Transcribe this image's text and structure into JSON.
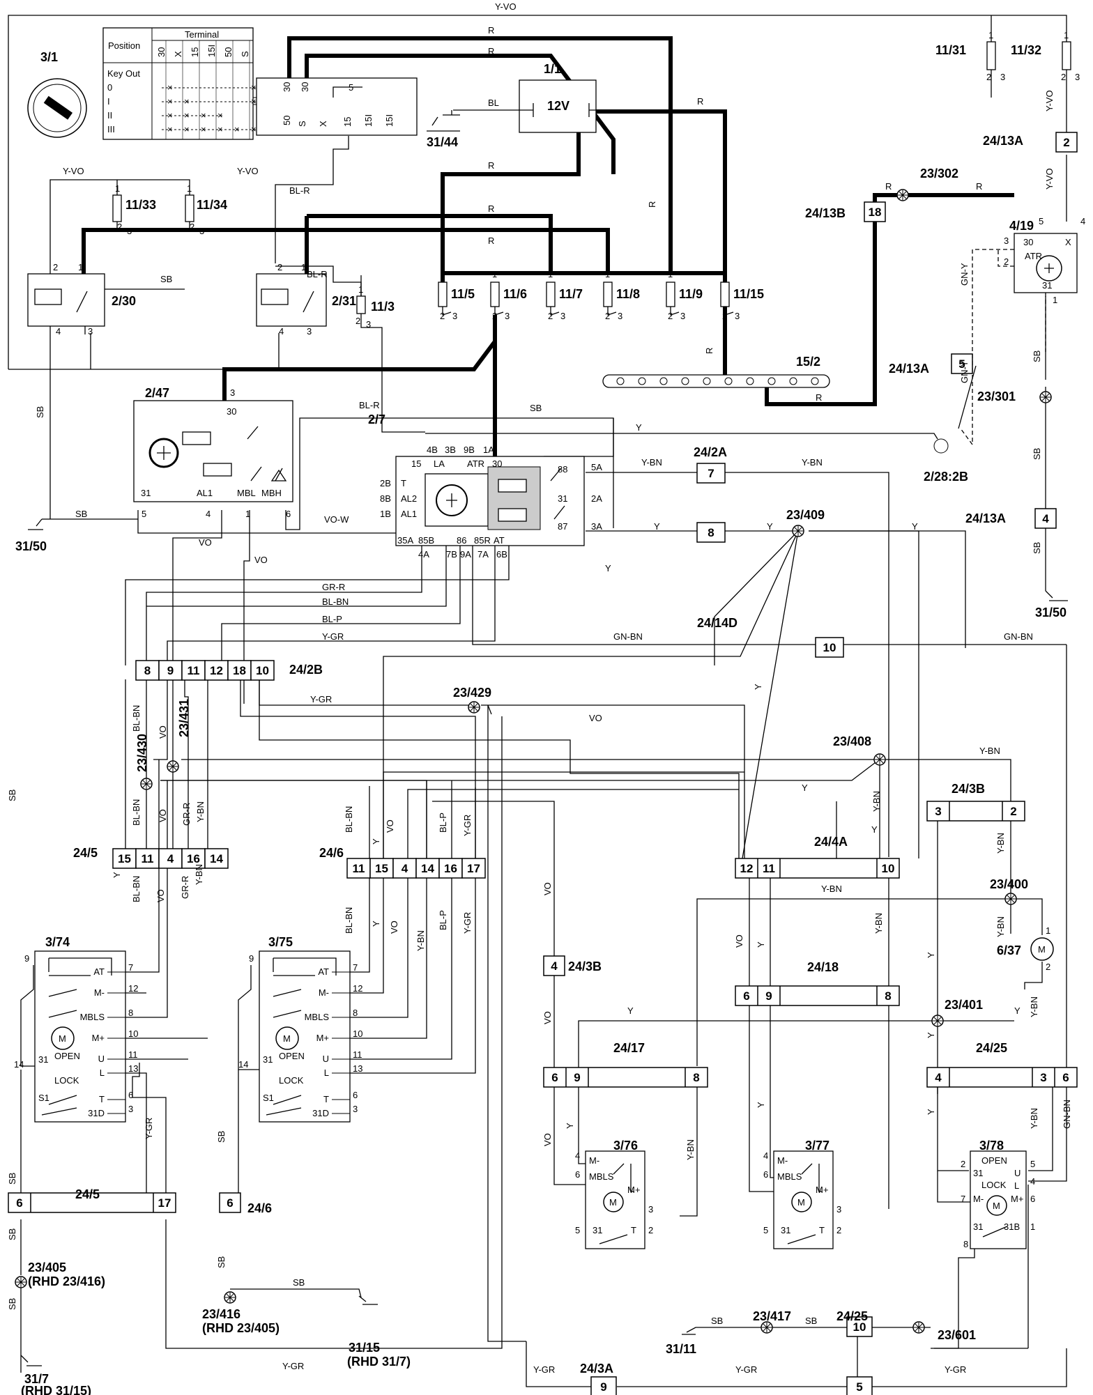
{
  "labels": {
    "c_3_1": "3/1",
    "c_1_1": "1/1",
    "battery_12v": "12V",
    "c_11_31": "11/31",
    "c_11_32": "11/32",
    "c_11_33": "11/33",
    "c_11_34": "11/34",
    "c_2_30": "2/30",
    "c_2_31": "2/31",
    "c_11_5": "11/5",
    "c_11_6": "11/6",
    "c_11_7": "11/7",
    "c_11_8": "11/8",
    "c_11_9": "11/9",
    "c_11_15": "11/15",
    "c_11_3": "11/3",
    "c_2_47": "2/47",
    "c_2_7": "2/7",
    "c_15_2": "15/2",
    "c_4_19": "4/19",
    "c_2_28_2b": "2/28:2B",
    "c_31_44": "31/44",
    "c_31_50_left": "31/50",
    "c_31_50_right": "31/50",
    "c_23_302": "23/302",
    "c_23_301": "23/301",
    "c_23_409": "23/409",
    "c_23_429": "23/429",
    "c_23_430": "23/430",
    "c_23_431": "23/431",
    "c_23_408": "23/408",
    "c_23_400": "23/400",
    "c_23_401": "23/401",
    "c_23_405": "23/405",
    "c_rhd_23_416": "(RHD 23/416)",
    "c_23_416": "23/416",
    "c_rhd_23_405": "(RHD 23/405)",
    "c_23_417": "23/417",
    "c_23_601": "23/601",
    "c_31_7": "31/7",
    "c_rhd_31_15": "(RHD 31/15)",
    "c_31_15": "31/15",
    "c_rhd_31_7": "(RHD 31/7)",
    "c_31_11": "31/11",
    "c_3_74": "3/74",
    "c_3_75": "3/75",
    "c_3_76": "3/76",
    "c_3_77": "3/77",
    "c_3_78": "3/78",
    "c_6_37": "6/37",
    "motor_m": "M",
    "c_24_13a_a": "24/13A",
    "c_24_13a_b": "24/13A",
    "c_24_13a_c": "24/13A",
    "c_24_13b": "24/13B",
    "c_24_2a": "24/2A",
    "c_24_2b": "24/2B",
    "c_24_14d": "24/14D",
    "c_24_3b_a": "24/3B",
    "c_24_3b_b": "24/3B",
    "c_24_4a": "24/4A",
    "c_24_18": "24/18",
    "c_24_17": "24/17",
    "c_24_25_a": "24/25",
    "c_24_25_b": "24/25",
    "c_24_5_a": "24/5",
    "c_24_5_b": "24/5",
    "c_24_6_a": "24/6",
    "c_24_6_b": "24/6",
    "c_24_3a": "24/3A"
  },
  "ignition_table": {
    "heading_position": "Position",
    "heading_terminal": "Terminal",
    "terminals": [
      "30",
      "X",
      "15",
      "15I",
      "50",
      "S"
    ],
    "rows": [
      "Key Out",
      "0",
      "I",
      "II",
      "III"
    ]
  },
  "connector_pins": {
    "c_24_13a_2": "2",
    "c_24_13a_5": "5",
    "c_24_13a_4": "4",
    "c_24_13b_18": "18",
    "c_24_2a_7": "7",
    "c_24_2a_8": "8",
    "c_24_14d_10": "10",
    "c_24_2b": [
      "8",
      "9",
      "11",
      "12",
      "18",
      "10"
    ],
    "c_24_5_top": [
      "15",
      "11",
      "4",
      "16",
      "14"
    ],
    "c_24_6_top": [
      "11",
      "15",
      "4",
      "14",
      "16",
      "17"
    ],
    "c_24_3b_top": [
      "3",
      "2"
    ],
    "c_24_4a": [
      "12",
      "11",
      "10"
    ],
    "c_24_18": [
      "6",
      "9",
      "8"
    ],
    "c_24_3b_mid": "4",
    "c_24_17": [
      "6",
      "9",
      "8"
    ],
    "c_24_25_mid": [
      "4",
      "3",
      "6"
    ],
    "c_24_5_bot": [
      "6",
      "17"
    ],
    "c_24_6_bot": "6",
    "c_24_3a": "9",
    "c_24_25_bot": [
      "10",
      "5"
    ]
  },
  "wire_colors": {
    "w_yvo_top": "Y-VO",
    "w_r_1": "R",
    "w_r_2": "R",
    "w_r_3": "R",
    "w_r_4": "R",
    "w_r_5": "R",
    "w_r_6": "R",
    "w_r_7": "R",
    "w_r_8": "R",
    "w_r_9": "R",
    "w_r_10": "R",
    "w_r_11": "R",
    "w_bl": "BL",
    "w_yvo_1": "Y-VO",
    "w_yvo_2": "Y-VO",
    "w_yvo_3": "Y-VO",
    "w_yvo_4": "Y-VO",
    "w_blr_1": "BL-R",
    "w_blr_2": "BL-R",
    "w_blr_3": "BL-R",
    "w_sb_1": "SB",
    "w_sb_2": "SB",
    "w_sb_3": "SB",
    "w_sb_4": "SB",
    "w_sb_5": "SB",
    "w_sb_6": "SB",
    "w_sb_7": "SB",
    "w_sb_8": "SB",
    "w_sb_9": "SB",
    "w_sb_10": "SB",
    "w_sb_11": "SB",
    "w_sb_12": "SB",
    "w_sb_13": "SB",
    "w_sb_14": "SB",
    "w_sb_15": "SB",
    "w_sb_16": "SB",
    "w_gny_1": "GN-Y",
    "w_gny_2": "GN-Y",
    "w_y_1": "Y",
    "w_y_2": "Y",
    "w_y_3": "Y",
    "w_y_4": "Y",
    "w_y_5": "Y",
    "w_y_6": "Y",
    "w_y_7": "Y",
    "w_y_8": "Y",
    "w_y_9": "Y",
    "w_y_10": "Y",
    "w_y_11": "Y",
    "w_y_12": "Y",
    "w_y_13": "Y",
    "w_y_14": "Y",
    "w_y_15": "Y",
    "w_y_16": "Y",
    "w_y_17": "Y",
    "w_y_18": "Y",
    "w_y_19": "Y",
    "w_ybn_1": "Y-BN",
    "w_ybn_2": "Y-BN",
    "w_ybn_3": "Y-BN",
    "w_ybn_4": "Y-BN",
    "w_ybn_5": "Y-BN",
    "w_ybn_6": "Y-BN",
    "w_ybn_7": "Y-BN",
    "w_ybn_8": "Y-BN",
    "w_ybn_9": "Y-BN",
    "w_ybn_10": "Y-BN",
    "w_ybn_11": "Y-BN",
    "w_ybn_12": "Y-BN",
    "w_ybn_13": "Y-BN",
    "w_ybn_14": "Y-BN",
    "w_vow": "VO-W",
    "w_vo_1": "VO",
    "w_vo_2": "VO",
    "w_vo_3": "VO",
    "w_vo_4": "VO",
    "w_vo_5": "VO",
    "w_vo_6": "VO",
    "w_vo_7": "VO",
    "w_vo_8": "VO",
    "w_vo_9": "VO",
    "w_vo_10": "VO",
    "w_vo_11": "VO",
    "w_vo_12": "VO",
    "w_grr_1": "GR-R",
    "w_grr_2": "GR-R",
    "w_grr_3": "GR-R",
    "w_blbn_1": "BL-BN",
    "w_blbn_2": "BL-BN",
    "w_blbn_3": "BL-BN",
    "w_blbn_4": "BL-BN",
    "w_blbn_5": "BL-BN",
    "w_blbn_6": "BL-BN",
    "w_blp_1": "BL-P",
    "w_blp_2": "BL-P",
    "w_blp_3": "BL-P",
    "w_ygr_1": "Y-GR",
    "w_ygr_2": "Y-GR",
    "w_ygr_3": "Y-GR",
    "w_ygr_4": "Y-GR",
    "w_ygr_5": "Y-GR",
    "w_ygr_6": "Y-GR",
    "w_ygr_7": "Y-GR",
    "w_ygr_8": "Y-GR",
    "w_ygr_9": "Y-GR",
    "w_gnbn_1": "GN-BN",
    "w_gnbn_2": "GN-BN",
    "w_gnbn_3": "GN-BN"
  },
  "terminal_labels": {
    "t_30a": "30",
    "t_30b": "30",
    "t_50": "50",
    "t_s": "S",
    "t_x": "X",
    "t_15": "15",
    "t_15i_a": "15I",
    "t_15i_b": "15I",
    "t_5": "5",
    "t_at": "AT",
    "t_mm": "M-",
    "t_mbls": "MBLS",
    "t_mp": "M+",
    "t_u": "U",
    "t_l": "L",
    "t_t": "T",
    "t_31d": "31D",
    "t_31": "31",
    "t_s1": "S1",
    "t_open": "OPEN",
    "t_lock": "LOCK",
    "t_al1": "AL1",
    "t_al2": "AL2",
    "t_mbl": "MBL",
    "t_mbh": "MBH",
    "t_atr": "ATR",
    "t_la": "LA",
    "t_31b": "31B",
    "m_2_7": [
      "4B",
      "3B",
      "9B",
      "1A",
      "15",
      "LA",
      "ATR",
      "30",
      "2B",
      "8B",
      "1B",
      "5A",
      "2A",
      "3A",
      "35A",
      "85B",
      "86",
      "85R",
      "AT",
      "4A",
      "7B",
      "9A",
      "7A",
      "6B",
      "88",
      "31",
      "87",
      "AL2",
      "AL1",
      "T"
    ]
  }
}
